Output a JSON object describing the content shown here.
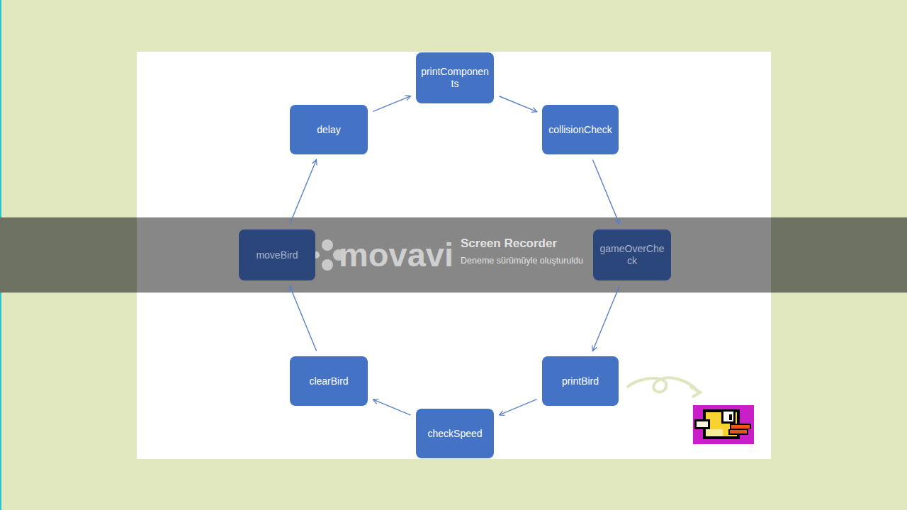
{
  "diagram": {
    "nodes": [
      {
        "text": [
          "printComponents"
        ]
      },
      {
        "text": [
          "collisionCheck"
        ]
      },
      {
        "text": [
          "gameOverCheck"
        ]
      },
      {
        "text": [
          "printBird"
        ]
      },
      {
        "text": [
          "checkSpeed"
        ]
      },
      {
        "text": [
          "clearBird"
        ]
      },
      {
        "text": [
          "moveBird"
        ]
      },
      {
        "text": [
          "delay"
        ]
      }
    ],
    "edges": [
      {
        "from": 0,
        "to": 1,
        "arrow": "to"
      },
      {
        "from": 1,
        "to": 2,
        "arrow": "to"
      },
      {
        "from": 2,
        "to": 3,
        "arrow": "to"
      },
      {
        "from": 3,
        "to": 4,
        "arrow": "to"
      },
      {
        "from": 4,
        "to": 5,
        "arrow": "to"
      },
      {
        "from": 5,
        "to": 6,
        "arrow": "to"
      },
      {
        "from": 6,
        "to": 7,
        "arrow": "to"
      },
      {
        "from": 7,
        "to": 0,
        "arrow": "to"
      }
    ],
    "labels": [
      "movavi",
      "Screen Recorder",
      "Deneme sürümüyle oluşturuldu"
    ]
  }
}
